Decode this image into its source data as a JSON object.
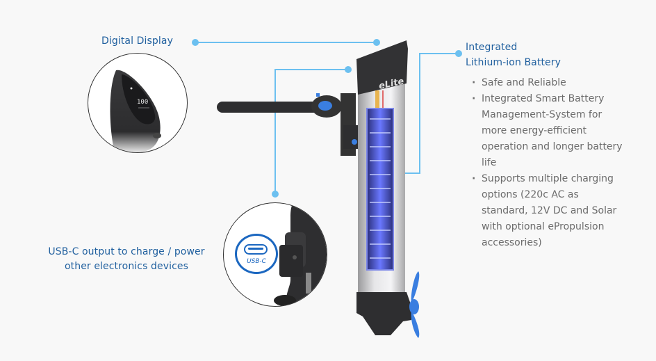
{
  "callouts": {
    "digital_display": {
      "label": "Digital Display"
    },
    "battery": {
      "title_line1": "Integrated",
      "title_line2": "Lithium-ion Battery",
      "features": [
        "Safe and Reliable",
        "Integrated Smart Battery Management-System for more energy-efficient operation and longer battery life",
        "Supports multiple charging options (220c AC as standard, 12V DC and Solar with optional ePropulsion accessories)"
      ]
    },
    "usb_c": {
      "label_line1": "USB-C output to charge / power",
      "label_line2": "other electronics devices",
      "badge": "USB-C"
    }
  },
  "product": {
    "brand_mark": "eLite",
    "display_reading": "100"
  },
  "colors": {
    "accent_blue": "#1f5f9e",
    "connector_line": "#6cc0f0",
    "propeller": "#3a7ee0",
    "body_text": "#6b6b6b",
    "background": "#f8f8f8"
  }
}
